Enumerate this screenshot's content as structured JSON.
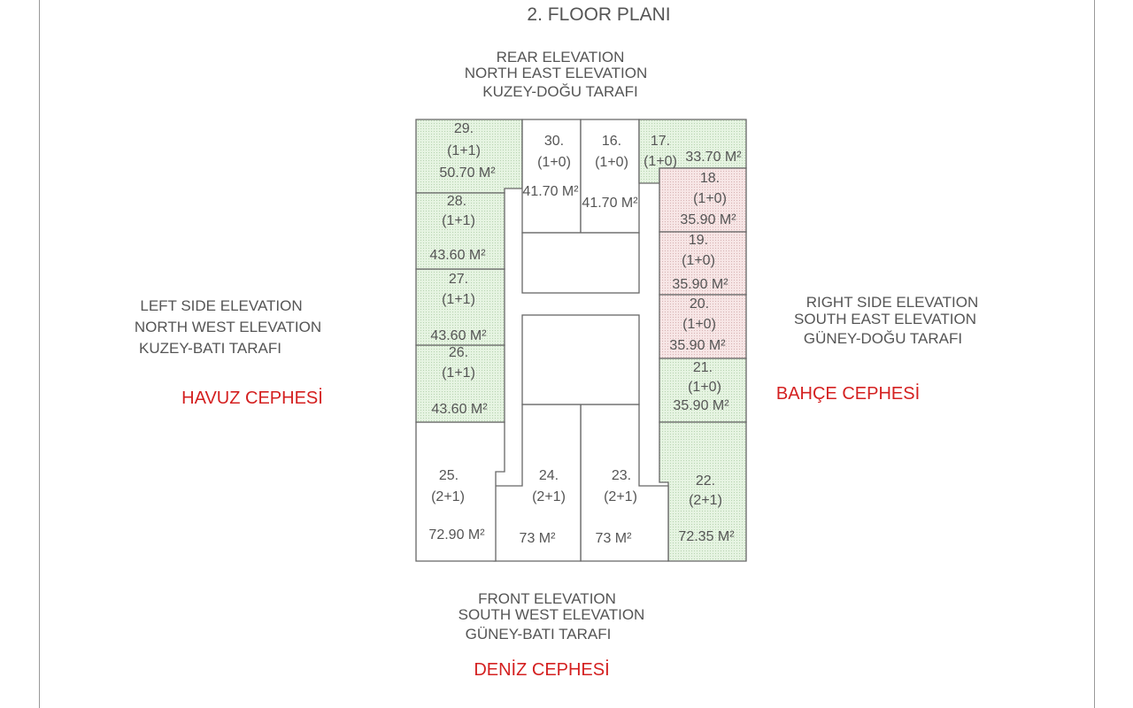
{
  "title": "2. FLOOR PLANI",
  "elevations": {
    "rear": [
      "REAR ELEVATION",
      "NORTH EAST ELEVATION",
      "KUZEY-DOĞU TARAFI"
    ],
    "left": [
      "LEFT SIDE ELEVATION",
      "NORTH WEST ELEVATION",
      "KUZEY-BATI TARAFI"
    ],
    "right": [
      "RIGHT SIDE ELEVATION",
      "SOUTH EAST ELEVATION",
      "GÜNEY-DOĞU TARAFI"
    ],
    "front": [
      "FRONT ELEVATION",
      "SOUTH WEST ELEVATION",
      "GÜNEY-BATI TARAFI"
    ]
  },
  "facades": {
    "left": "HAVUZ CEPHESİ",
    "right": "BAHÇE CEPHESİ",
    "front": "DENİZ CEPHESİ"
  },
  "colors": {
    "green": "#e3f3e0",
    "pink": "#f6e4e4",
    "red": "#d42020",
    "line": "#666666"
  },
  "units": [
    {
      "no": "29.",
      "type": "(1+1)",
      "area": "50.70 M²",
      "fill": "green"
    },
    {
      "no": "30.",
      "type": "(1+0)",
      "area": "41.70 M²",
      "fill": "white"
    },
    {
      "no": "16.",
      "type": "(1+0)",
      "area": "41.70 M²",
      "fill": "white"
    },
    {
      "no": "17.",
      "type": "(1+0)",
      "area": "33.70 M²",
      "fill": "green"
    },
    {
      "no": "18.",
      "type": "(1+0)",
      "area": "35.90 M²",
      "fill": "pink"
    },
    {
      "no": "19.",
      "type": "(1+0)",
      "area": "35.90 M²",
      "fill": "pink"
    },
    {
      "no": "20.",
      "type": "(1+0)",
      "area": "35.90 M²",
      "fill": "pink"
    },
    {
      "no": "21.",
      "type": "(1+0)",
      "area": "35.90 M²",
      "fill": "green"
    },
    {
      "no": "22.",
      "type": "(2+1)",
      "area": "72.35 M²",
      "fill": "green"
    },
    {
      "no": "23.",
      "type": "(2+1)",
      "area": "73 M²",
      "fill": "white"
    },
    {
      "no": "24.",
      "type": "(2+1)",
      "area": "73 M²",
      "fill": "white"
    },
    {
      "no": "25.",
      "type": "(2+1)",
      "area": "72.90 M²",
      "fill": "white"
    },
    {
      "no": "26.",
      "type": "(1+1)",
      "area": "43.60 M²",
      "fill": "green"
    },
    {
      "no": "27.",
      "type": "(1+1)",
      "area": "43.60 M²",
      "fill": "green"
    },
    {
      "no": "28.",
      "type": "(1+1)",
      "area": "43.60 M²",
      "fill": "green"
    }
  ]
}
